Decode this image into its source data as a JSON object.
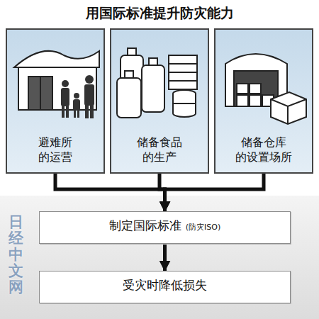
{
  "diagram": {
    "title": "用国际标准提升防灾能力",
    "nodes": [
      {
        "text": [
          "避难所 的运营"
        ]
      },
      {
        "text": [
          "储备食品 的生产"
        ]
      },
      {
        "text": [
          "储备仓库 的设置场所"
        ]
      },
      {
        "text": [
          "制定国际标准",
          "(防灾ISO)"
        ]
      },
      {
        "text": [
          "受灾时降低损失"
        ]
      }
    ],
    "edges": [
      {
        "from": 0,
        "to": 3,
        "arrow": "to"
      },
      {
        "from": 1,
        "to": 3,
        "arrow": "to"
      },
      {
        "from": 2,
        "to": 3,
        "arrow": "to"
      },
      {
        "from": 3,
        "to": 4,
        "arrow": "to"
      }
    ],
    "labels": [
      "日经中文网"
    ]
  }
}
